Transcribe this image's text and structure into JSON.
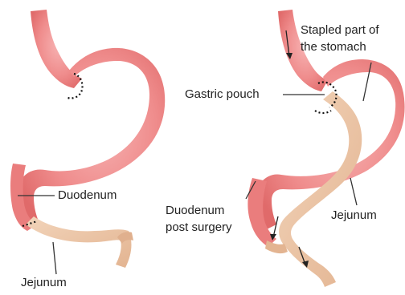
{
  "left_diagram": {
    "duodenum_label": "Duodenum",
    "jejunum_label": "Jejunum"
  },
  "right_diagram": {
    "stapled_label_line1": "Stapled part of",
    "stapled_label_line2": "the stomach",
    "gastric_pouch_label": "Gastric pouch",
    "duodenum_post_label_line1": "Duodenum",
    "duodenum_post_label_line2": "post surgery",
    "jejunum_label": "Jejunum"
  },
  "colors": {
    "stomach_pink": "#ef8a8a",
    "jejunum_beige": "#e9c2a2",
    "line": "#333333"
  }
}
